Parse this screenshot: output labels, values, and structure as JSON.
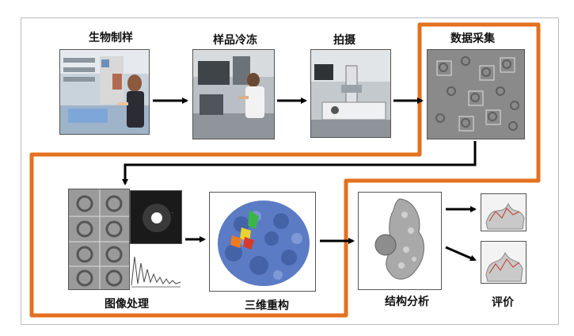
{
  "steps": {
    "bio_prep": "生物制样",
    "sample_freeze": "样品冷冻",
    "imaging": "拍摄",
    "data_collection": "数据采集",
    "image_processing": "图像处理",
    "reconstruction_3d": "三维重构",
    "structure_analysis": "结构分析",
    "evaluation": "评价"
  },
  "colors": {
    "highlight": "#e4711f",
    "arrow": "#000000",
    "micrograph": "#8a8a8a",
    "protein_blue": "#5b7bc4"
  }
}
